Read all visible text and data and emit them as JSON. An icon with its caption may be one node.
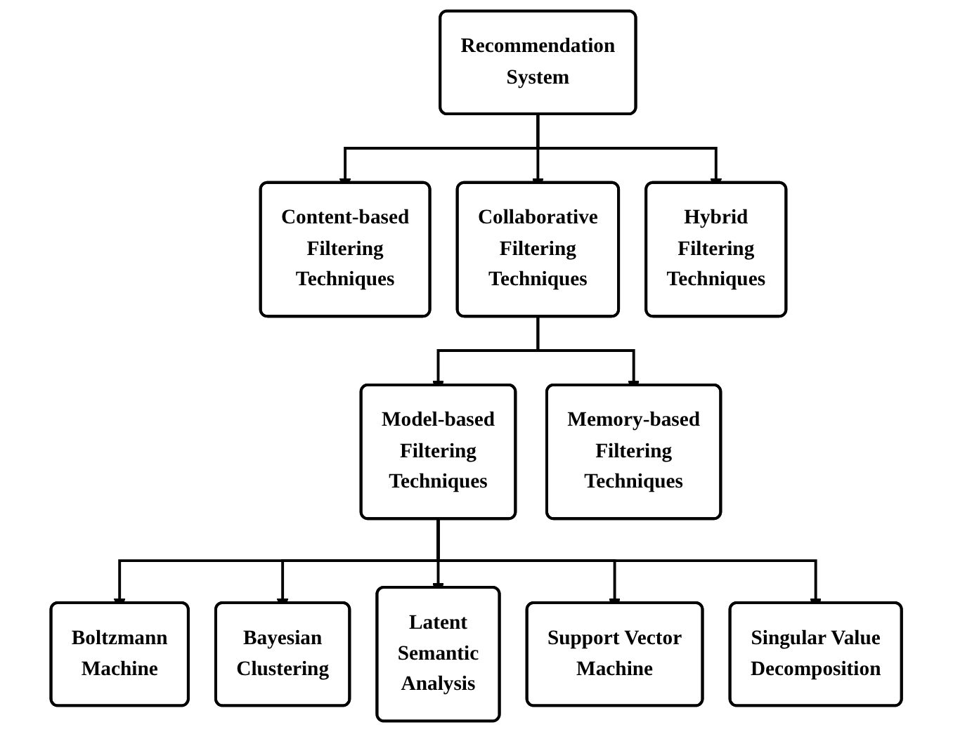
{
  "diagram": {
    "nodes": [
      {
        "text": [
          "Recommendation System"
        ]
      },
      {
        "text": [
          "Content-based Filtering Techniques"
        ]
      },
      {
        "text": [
          "Collaborative Filtering Techniques"
        ]
      },
      {
        "text": [
          "Hybrid Filtering Techniques"
        ]
      },
      {
        "text": [
          "Model-based Filtering Techniques"
        ]
      },
      {
        "text": [
          "Memory-based Filtering Techniques"
        ]
      },
      {
        "text": [
          "Boltzmann Machine"
        ]
      },
      {
        "text": [
          "Bayesian Clustering"
        ]
      },
      {
        "text": [
          "Latent Semantic Analysis"
        ]
      },
      {
        "text": [
          "Support Vector Machine"
        ]
      },
      {
        "text": [
          "Singular Value Decomposition"
        ]
      }
    ],
    "edges": [
      {
        "from": 0,
        "to": 1,
        "arrow": "to"
      },
      {
        "from": 0,
        "to": 2,
        "arrow": "to"
      },
      {
        "from": 0,
        "to": 3,
        "arrow": "to"
      },
      {
        "from": 2,
        "to": 4,
        "arrow": "to"
      },
      {
        "from": 2,
        "to": 5,
        "arrow": "to"
      },
      {
        "from": 4,
        "to": 6,
        "arrow": "to"
      },
      {
        "from": 4,
        "to": 7,
        "arrow": "to"
      },
      {
        "from": 4,
        "to": 8,
        "arrow": "to"
      },
      {
        "from": 4,
        "to": 9,
        "arrow": "to"
      },
      {
        "from": 4,
        "to": 10,
        "arrow": "to"
      }
    ]
  }
}
